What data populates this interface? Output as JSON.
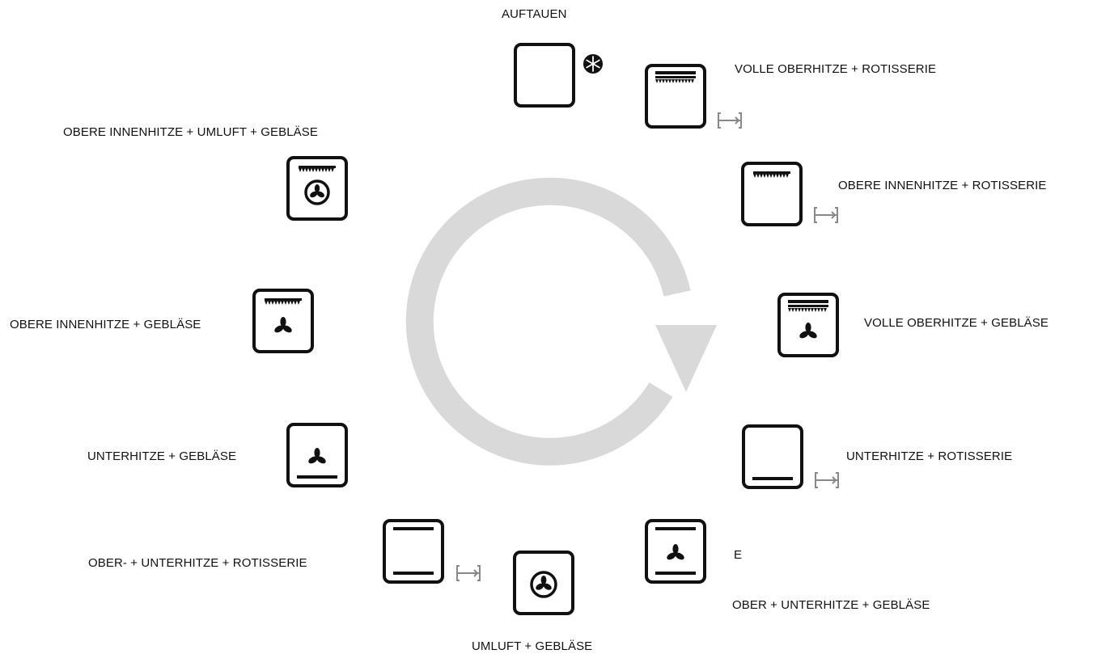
{
  "modes": [
    {
      "key": "auftauen",
      "label": "AUFTAUEN"
    },
    {
      "key": "volle_oberhitze_rotisserie",
      "label": "VOLLE OBERHITZE + ROTISSERIE"
    },
    {
      "key": "obere_innenhitze_rotisserie",
      "label": "OBERE INNENHITZE + ROTISSERIE"
    },
    {
      "key": "volle_oberhitze_geblaese",
      "label": "VOLLE OBERHITZE + GEBLÄSE"
    },
    {
      "key": "unterhitze_rotisserie",
      "label": "UNTERHITZE + ROTISSERIE"
    },
    {
      "key": "e_marker",
      "label": "E"
    },
    {
      "key": "ober_unterhitze_geblaese",
      "label": "OBER + UNTERHITZE + GEBLÄSE"
    },
    {
      "key": "umluft_geblaese",
      "label": "UMLUFT + GEBLÄSE"
    },
    {
      "key": "ober_unterhitze_rotisserie",
      "label": "OBER- + UNTERHITZE + ROTISSERIE"
    },
    {
      "key": "unterhitze_geblaese",
      "label": "UNTERHITZE + GEBLÄSE"
    },
    {
      "key": "obere_innenhitze_geblaese",
      "label": "OBERE INNENHITZE + GEBLÄSE"
    },
    {
      "key": "obere_innenhitze_umluft_geblaese",
      "label": "OBERE INNENHITZE + UMLUFT + GEBLÄSE"
    }
  ],
  "colors": {
    "icon_stroke": "#111111",
    "cycle_arrow": "#d9d9d9",
    "rotisserie_icon": "#888888"
  },
  "icons": [
    "snowflake-icon",
    "rotisserie-icon",
    "fan-icon",
    "top-heater-icon",
    "bottom-heater-icon",
    "circular-arrow-icon"
  ]
}
